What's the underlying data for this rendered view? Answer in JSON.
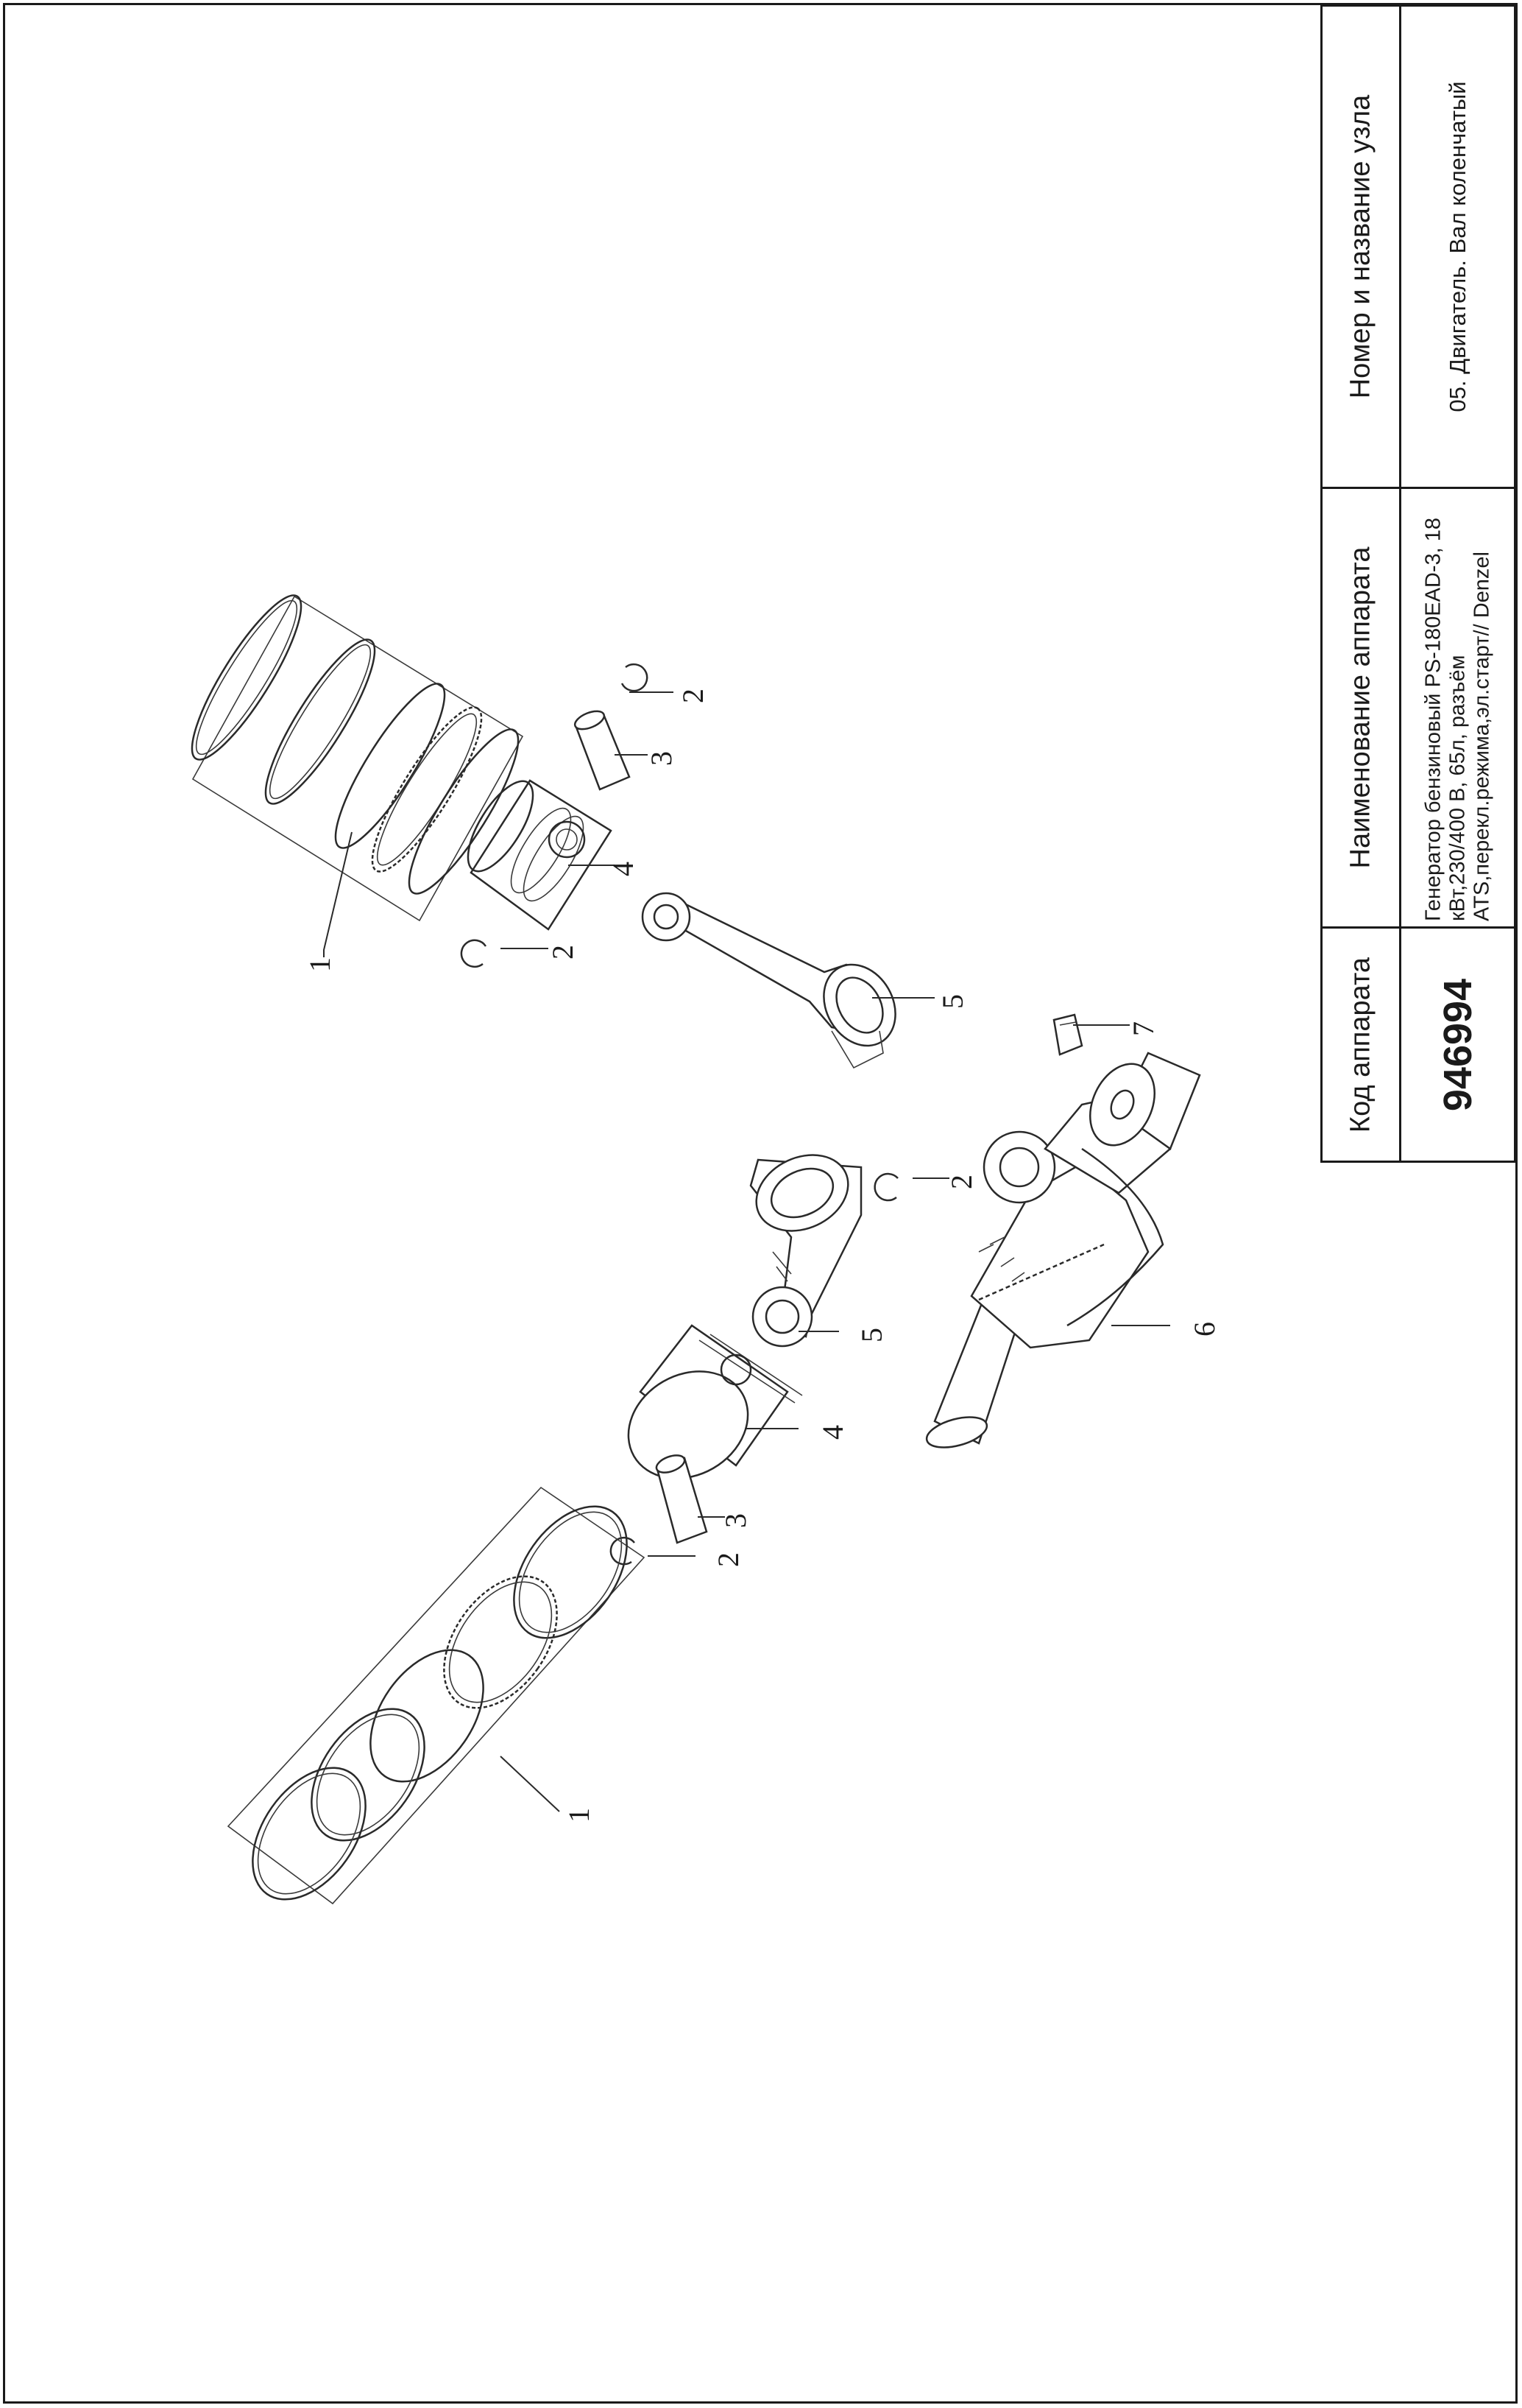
{
  "title_block": {
    "code_header": "Код аппарата",
    "code_value": "946994",
    "name_header": "Наименование аппарата",
    "name_value": "Генератор бензиновый PS-180EAD-3, 18 кВт,230/400 В, 65л, разъём ATS,перекл.режима,эл.старт// Denzel",
    "node_header": "Номер и название узла",
    "node_value": "05. Двигатель. Вал коленчатый"
  },
  "callouts": {
    "upper_rings": "1",
    "upper_clip_top": "2",
    "upper_pin": "3",
    "upper_piston": "4",
    "upper_clip_bottom": "2",
    "upper_rod": "5",
    "key": "7",
    "lower_clip_top": "2",
    "crankshaft": "6",
    "lower_rod": "5",
    "lower_piston": "4",
    "lower_pin": "3",
    "lower_clip_bottom": "2",
    "lower_rings": "1"
  }
}
